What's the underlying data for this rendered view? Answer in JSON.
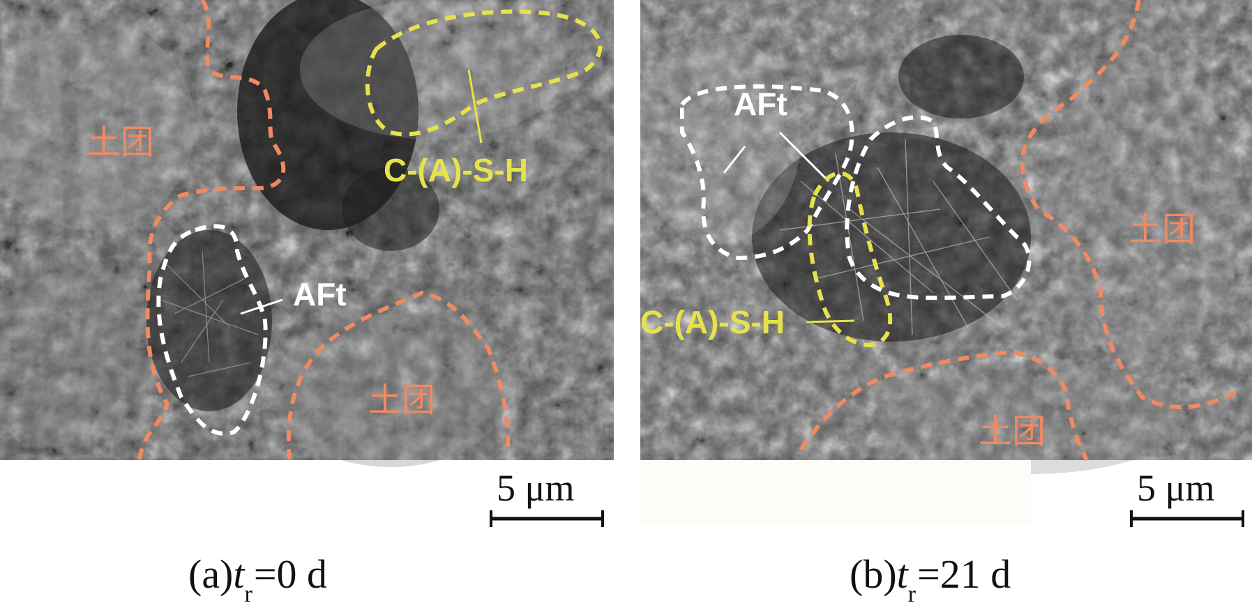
{
  "colors": {
    "soil": "#f08a62",
    "csh": "#e6e34a",
    "aft": "#ffffff"
  },
  "panels": [
    {
      "caption_prefix": "(a) ",
      "caption_var": "t",
      "caption_sub": "r",
      "caption_suffix": "=0 d",
      "labels": {
        "soil": [
          "土团",
          "土团"
        ],
        "csh": "C-(A)-S-H",
        "aft": "AFt"
      },
      "scale_bar": "5 μm"
    },
    {
      "caption_prefix": "(b) ",
      "caption_var": "t",
      "caption_sub": "r",
      "caption_suffix": "=21 d",
      "labels": {
        "soil": [
          "土团",
          "土团"
        ],
        "csh": "C-(A)-S-H",
        "aft": "AFt"
      },
      "scale_bar": "5 μm"
    }
  ]
}
